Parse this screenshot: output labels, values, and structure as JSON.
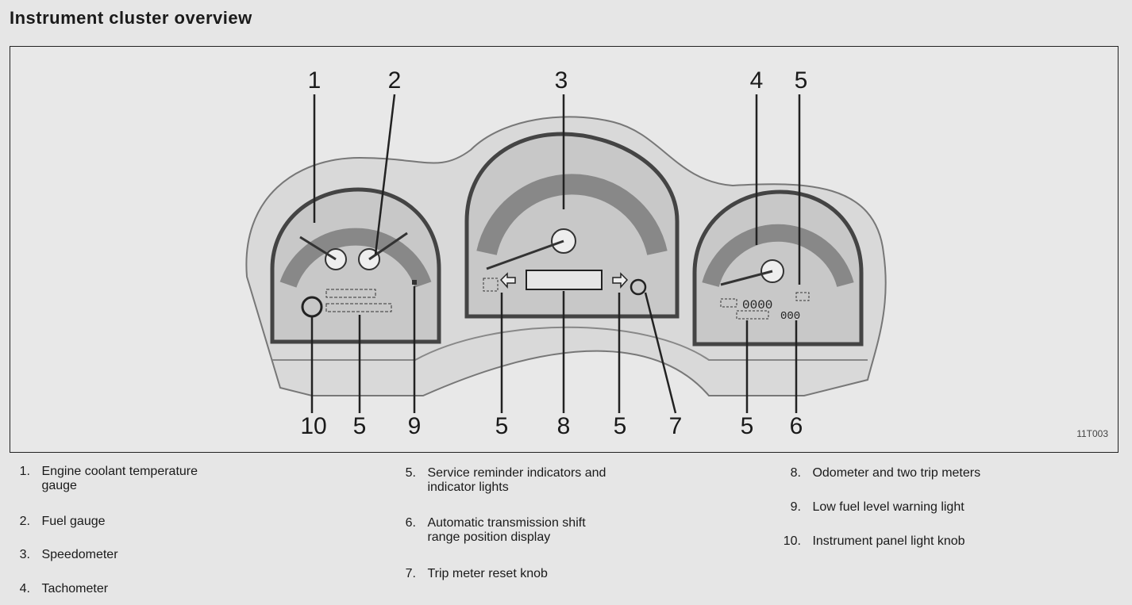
{
  "title": "Instrument cluster overview",
  "figure_code": "11T003",
  "callouts": {
    "c1": "1",
    "c2": "2",
    "c3": "3",
    "c4": "4",
    "c5_top": "5",
    "b10": "10",
    "b5a": "5",
    "b9": "9",
    "b5b": "5",
    "b8": "8",
    "b5c": "5",
    "b7": "7",
    "b5d": "5",
    "b6": "6"
  },
  "legend": {
    "col1": [
      {
        "num": "1.",
        "text": "Engine coolant temperature\ngauge"
      },
      {
        "num": "2.",
        "text": "Fuel gauge"
      },
      {
        "num": "3.",
        "text": "Speedometer"
      },
      {
        "num": "4.",
        "text": "Tachometer"
      }
    ],
    "col2": [
      {
        "num": "5.",
        "text": "Service reminder indicators and\nindicator lights"
      },
      {
        "num": "6.",
        "text": "Automatic transmission shift\nrange position display"
      },
      {
        "num": "7.",
        "text": "Trip meter reset knob"
      }
    ],
    "col3": [
      {
        "num": "8.",
        "text": "Odometer and two trip meters"
      },
      {
        "num": "9.",
        "text": "Low fuel level warning light"
      },
      {
        "num": "10.",
        "text": "Instrument panel light knob"
      }
    ]
  }
}
